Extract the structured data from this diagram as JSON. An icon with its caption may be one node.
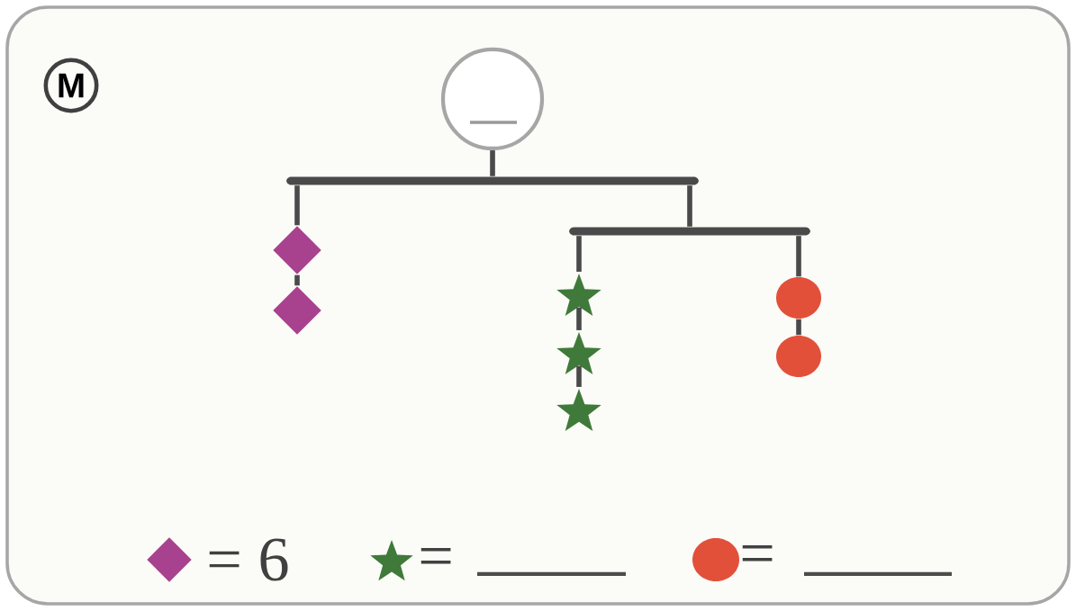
{
  "diagram": {
    "nodes": [
      {
        "text": [],
        "shape": "circle"
      },
      {
        "text": [],
        "shape": "bar"
      },
      {
        "text": [],
        "shape": "bar"
      },
      {
        "text": [],
        "shape": "diamond"
      },
      {
        "text": [],
        "shape": "diamond"
      },
      {
        "text": [],
        "shape": "star"
      },
      {
        "text": [],
        "shape": "star"
      },
      {
        "text": [],
        "shape": "star"
      },
      {
        "text": [],
        "shape": "circle"
      },
      {
        "text": [],
        "shape": "circle"
      }
    ],
    "edges": [
      {
        "from": 0,
        "to": 1,
        "arrow": "none"
      },
      {
        "from": 1,
        "to": 3,
        "arrow": "none"
      },
      {
        "from": 3,
        "to": 4,
        "arrow": "none"
      },
      {
        "from": 1,
        "to": 2,
        "arrow": "none"
      },
      {
        "from": 2,
        "to": 5,
        "arrow": "none"
      },
      {
        "from": 5,
        "to": 6,
        "arrow": "none"
      },
      {
        "from": 6,
        "to": 7,
        "arrow": "none"
      },
      {
        "from": 2,
        "to": 8,
        "arrow": "none"
      },
      {
        "from": 8,
        "to": 9,
        "arrow": "none"
      }
    ],
    "labels": [
      "M",
      "= 6",
      "=",
      "="
    ]
  }
}
